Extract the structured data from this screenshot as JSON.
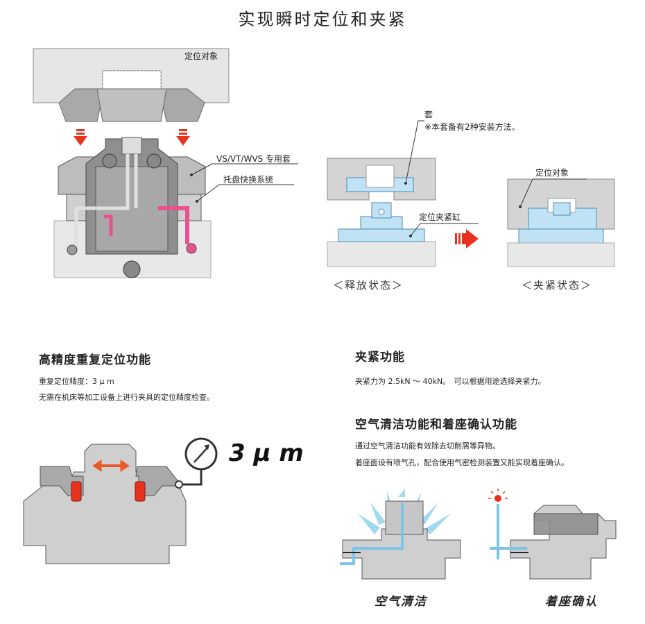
{
  "title": "实现瞬时定位和夹紧",
  "main_diagram": {
    "target_label": "定位对象",
    "bushing_label": "VS/VT/WVS 专用套",
    "pallet_label": "托盘快换系统"
  },
  "states_diagram": {
    "sleeve_label": "套",
    "sleeve_note": "※本套备有2种安装方法。",
    "cylinder_label": "定位夹紧缸",
    "target_label": "定位对象",
    "release_state": "＜释放状态＞",
    "clamp_state": "＜夹紧状态＞"
  },
  "positioning": {
    "heading": "高精度重复定位功能",
    "line1": "重复定位精度：3 μ m",
    "line2": "无需在机床等加工设备上进行夹具的定位精度检查。",
    "value_label": "3 μ m"
  },
  "clamping": {
    "heading": "夹紧功能",
    "line1": "夹紧力为 2.5kN ～ 40kN。　可以根据用途选择夹紧力。"
  },
  "air": {
    "heading": "空气清洁功能和着座确认功能",
    "line1": "通过空气清洁功能有效除去切削屑等异物。",
    "line2": "着座面设有喷气孔，配合使用气密检测装置又能实现着座确认。",
    "caption_clean": "空气清洁",
    "caption_seat": "着座确认"
  },
  "colors": {
    "gray": "#c8c8c8",
    "dark_gray": "#9a9a9a",
    "light_gray": "#e6e6e6",
    "blue": "#bfe3f5",
    "pink": "#e7528f",
    "red": "#e8321e",
    "orange": "#e85a2a"
  }
}
